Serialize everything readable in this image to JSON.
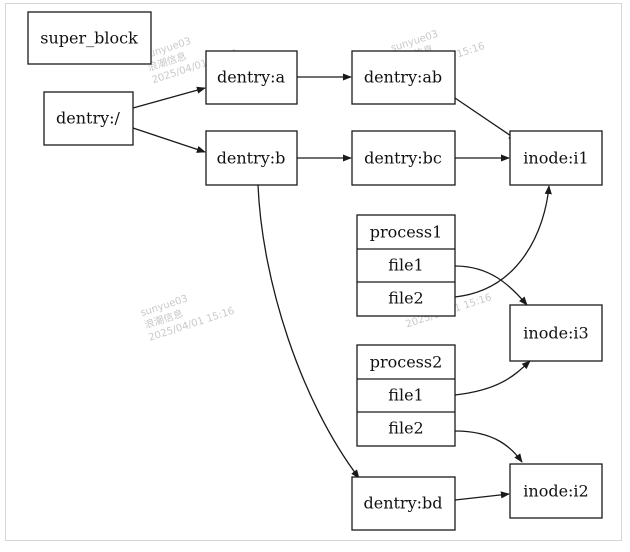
{
  "diagram": {
    "nodes": {
      "super_block": "super_block",
      "dentry_root": "dentry:/",
      "dentry_a": "dentry:a",
      "dentry_ab": "dentry:ab",
      "dentry_b": "dentry:b",
      "dentry_bc": "dentry:bc",
      "dentry_bd": "dentry:bd",
      "inode_i1": "inode:i1",
      "inode_i3": "inode:i3",
      "inode_i2": "inode:i2"
    },
    "records": {
      "process1": {
        "title": "process1",
        "fields": [
          "file1",
          "file2"
        ]
      },
      "process2": {
        "title": "process2",
        "fields": [
          "file1",
          "file2"
        ]
      }
    }
  },
  "watermark": {
    "user": "sunyue03",
    "brand": "浪潮信息",
    "timestamp": "2025/04/01 15:16"
  },
  "colors": {
    "stroke": "#1a1a1a",
    "frame": "#d6d6d6",
    "watermark": "#c9c9c9"
  }
}
